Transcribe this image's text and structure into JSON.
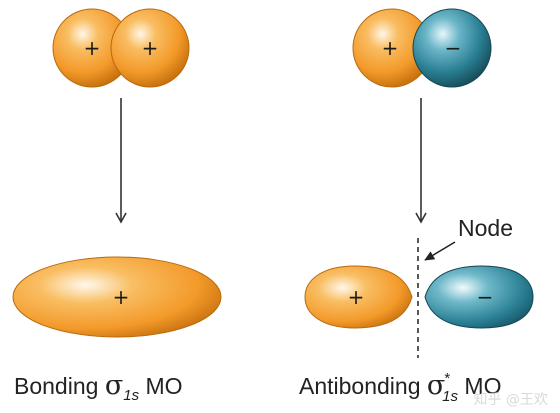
{
  "bonding": {
    "atom1_sign": "+",
    "atom2_sign": "+",
    "mo_sign": "+",
    "caption_prefix": "Bonding ",
    "caption_symbol": "σ",
    "caption_subscript": "1s",
    "caption_suffix": " MO"
  },
  "antibonding": {
    "atom1_sign": "+",
    "atom2_sign": "−",
    "lobe1_sign": "+",
    "lobe2_sign": "−",
    "node_label": "Node",
    "caption_prefix": "Antibonding ",
    "caption_symbol": "σ",
    "caption_superscript": "*",
    "caption_subscript": "1s",
    "caption_suffix": " MO"
  },
  "watermark": "知乎 @王欢",
  "colors": {
    "positive_phase": "#f39a2a",
    "negative_phase": "#2a7f93",
    "arrow": "#333333",
    "node_line": "#222222"
  }
}
